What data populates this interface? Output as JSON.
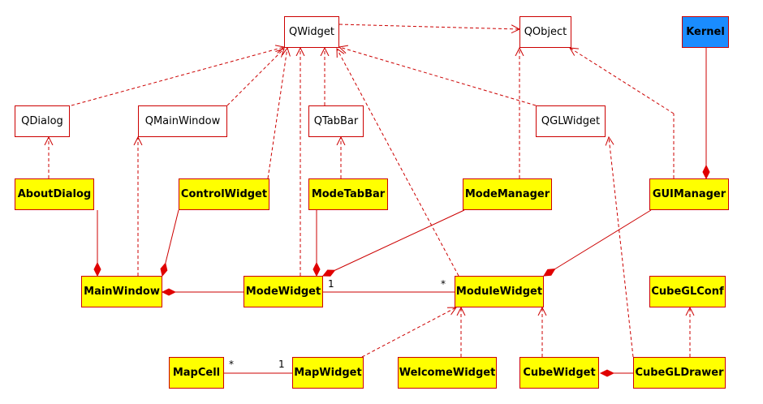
{
  "colors": {
    "line": "#cc0000",
    "app_fill": "#ffff00",
    "qt_fill": "#ffffff",
    "kernel_fill": "#1a8cff"
  },
  "nodes": {
    "qwidget": "QWidget",
    "qobject": "QObject",
    "kernel": "Kernel",
    "qdialog": "QDialog",
    "qmainwindow": "QMainWindow",
    "qtabbar": "QTabBar",
    "qglwidget": "QGLWidget",
    "aboutdialog": "AboutDialog",
    "controlwidget": "ControlWidget",
    "modetabbar": "ModeTabBar",
    "modemanager": "ModeManager",
    "guimanager": "GUIManager",
    "mainwindow": "MainWindow",
    "modewidget": "ModeWidget",
    "modulewidget": "ModuleWidget",
    "cubeglconf": "CubeGLConf",
    "mapcell": "MapCell",
    "mapwidget": "MapWidget",
    "welcomewidget": "WelcomeWidget",
    "cubewidget": "CubeWidget",
    "cubegldrawer": "CubeGLDrawer"
  },
  "multiplicities": {
    "modewidget_end": "1",
    "modulewidget_end": "*",
    "mapcell_end": "*",
    "mapwidget_end": "1"
  }
}
